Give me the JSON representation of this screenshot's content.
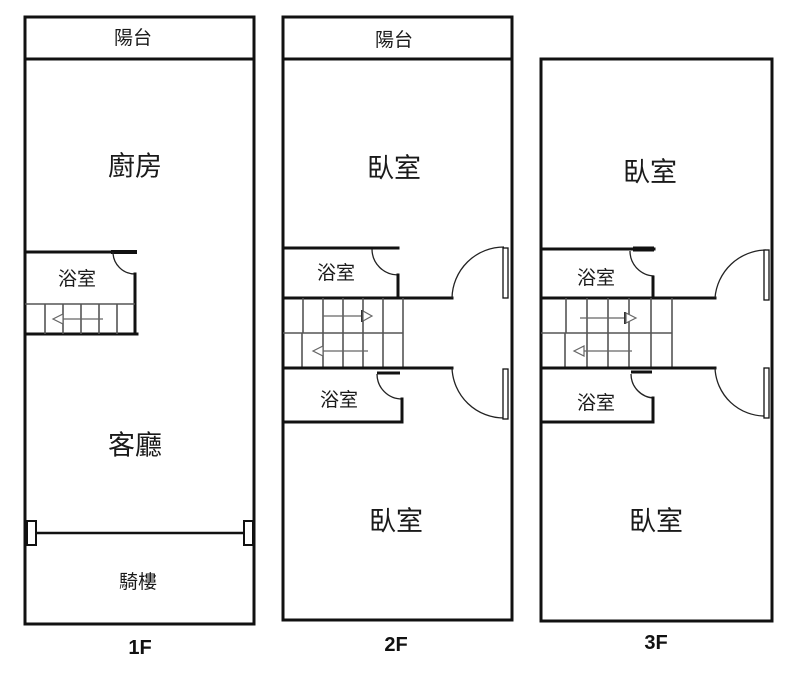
{
  "title": "Floor plan 1F / 2F / 3F",
  "colors": {
    "wall": "#111111",
    "background": "#ffffff",
    "stairs": "#555555"
  },
  "floors": [
    {
      "id": "1F",
      "label": "1F",
      "rooms": {
        "balcony": "陽台",
        "kitchen": "廚房",
        "bathroom": "浴室",
        "living_room": "客廳",
        "arcade": "騎樓"
      }
    },
    {
      "id": "2F",
      "label": "2F",
      "rooms": {
        "balcony": "陽台",
        "bedroom_front": "臥室",
        "bathroom_upper": "浴室",
        "bathroom_lower": "浴室",
        "bedroom_rear": "臥室"
      }
    },
    {
      "id": "3F",
      "label": "3F",
      "rooms": {
        "bedroom_front": "臥室",
        "bathroom_upper": "浴室",
        "bathroom_lower": "浴室",
        "bedroom_rear": "臥室"
      }
    }
  ]
}
